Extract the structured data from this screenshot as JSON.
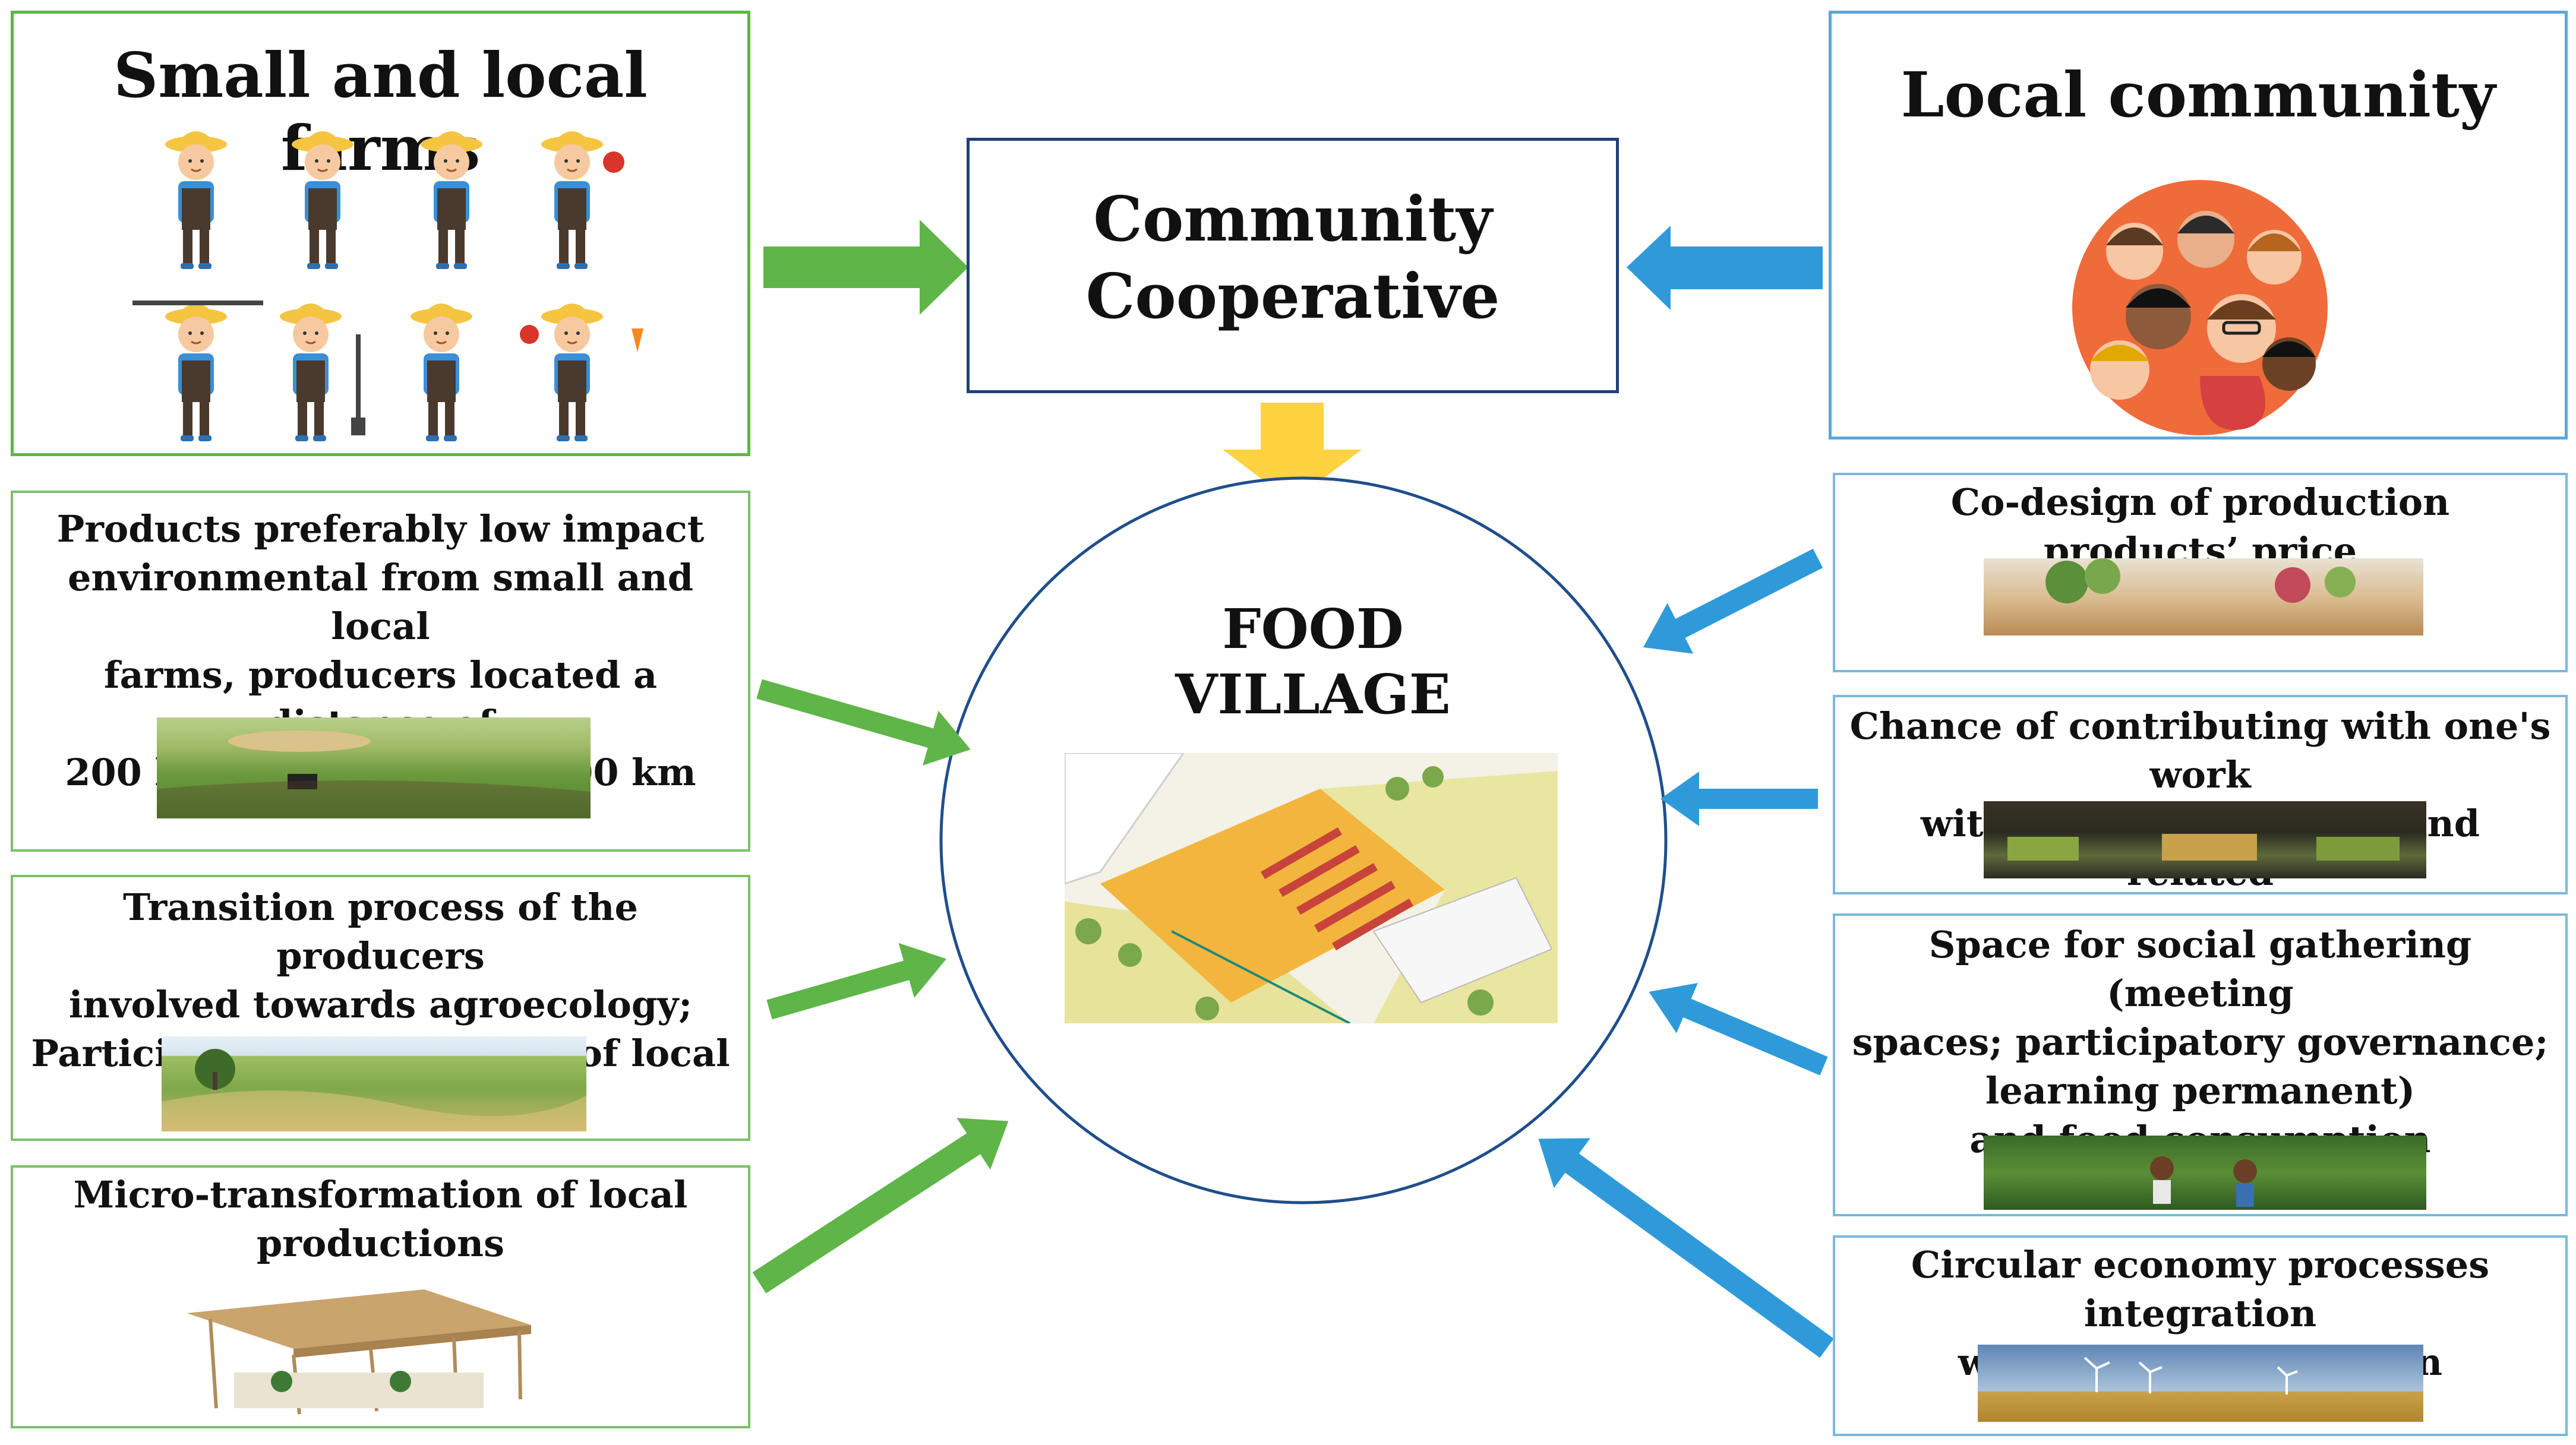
{
  "farms": {
    "title": "Small and local farms",
    "icon": "farmer-icon"
  },
  "cooperative": {
    "line1": "Community",
    "line2": "Cooperative"
  },
  "community": {
    "title": "Local community",
    "icon": "crowd-icon"
  },
  "village": {
    "line1": "FOOD",
    "line2": "VILLAGE"
  },
  "left_items": [
    {
      "lines": [
        "Products preferably low impact",
        "environmental from small and local",
        "farms, producers located a distance of",
        "200 km or a maximum 500 km"
      ]
    },
    {
      "lines": [
        "Transition process of the producers",
        "involved towards agroecology;",
        "Participatory certification of local"
      ]
    },
    {
      "lines": [
        "Micro-transformation of local",
        "productions"
      ]
    }
  ],
  "right_items": [
    {
      "lines": [
        "Co-design of production products’ price"
      ]
    },
    {
      "lines": [
        "Chance of contributing with one's work",
        "within the Cooperative and related"
      ]
    },
    {
      "lines": [
        "Space for social gathering (meeting",
        "spaces; participatory governance;",
        "learning permanent)",
        "and food consumption (restaurant, pub)"
      ]
    },
    {
      "lines": [
        "Circular economy processes integration",
        "within the supply chain"
      ]
    }
  ],
  "colors": {
    "green": "#5fb548",
    "blue": "#2f9ad9",
    "yellow": "#ffd23f",
    "navy": "#1f3f78"
  }
}
